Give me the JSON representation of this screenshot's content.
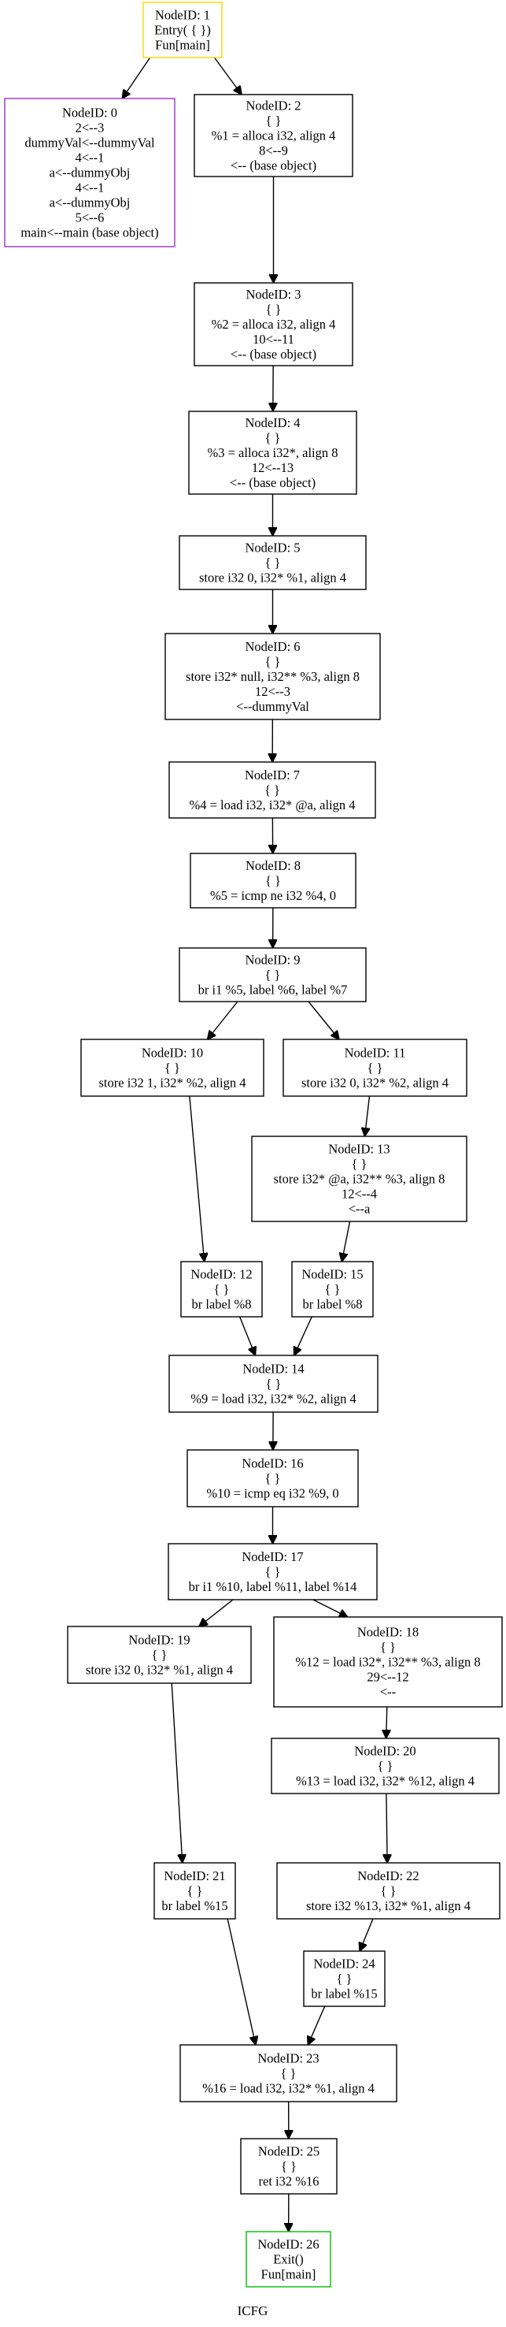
{
  "caption": "ICFG",
  "colors": {
    "entry": "#ffd700",
    "exit": "#00c000",
    "global": "#9b30c8",
    "default": "#000000"
  },
  "nodes": [
    {
      "id": "1",
      "kind": "entry",
      "lines": [
        "NodeID: 1",
        "Entry( { })",
        "Fun[main]"
      ]
    },
    {
      "id": "0",
      "kind": "global",
      "lines": [
        "NodeID: 0",
        "2<--3",
        "dummyVal<--dummyVal",
        "4<--1",
        "a<--dummyObj",
        "4<--1",
        "a<--dummyObj",
        "5<--6",
        "main<--main (base object)"
      ]
    },
    {
      "id": "2",
      "kind": "stmt",
      "lines": [
        "NodeID: 2",
        "{ }",
        "%1 = alloca i32, align 4",
        "8<--9",
        "<-- (base object)"
      ]
    },
    {
      "id": "3",
      "kind": "stmt",
      "lines": [
        "NodeID: 3",
        "{ }",
        "%2 = alloca i32, align 4",
        "10<--11",
        "<-- (base object)"
      ]
    },
    {
      "id": "4",
      "kind": "stmt",
      "lines": [
        "NodeID: 4",
        "{ }",
        "%3 = alloca i32*, align 8",
        "12<--13",
        "<-- (base object)"
      ]
    },
    {
      "id": "5",
      "kind": "stmt",
      "lines": [
        "NodeID: 5",
        "{ }",
        "store i32 0, i32* %1, align 4"
      ]
    },
    {
      "id": "6",
      "kind": "stmt",
      "lines": [
        "NodeID: 6",
        "{ }",
        "store i32* null, i32** %3, align 8",
        "12<--3",
        "<--dummyVal"
      ]
    },
    {
      "id": "7",
      "kind": "stmt",
      "lines": [
        "NodeID: 7",
        "{ }",
        "%4 = load i32, i32* @a, align 4"
      ]
    },
    {
      "id": "8",
      "kind": "stmt",
      "lines": [
        "NodeID: 8",
        "{ }",
        "%5 = icmp ne i32 %4, 0"
      ]
    },
    {
      "id": "9",
      "kind": "stmt",
      "lines": [
        "NodeID: 9",
        "{ }",
        "br i1 %5, label %6, label %7"
      ]
    },
    {
      "id": "10",
      "kind": "stmt",
      "lines": [
        "NodeID: 10",
        "{ }",
        "store i32 1, i32* %2, align 4"
      ]
    },
    {
      "id": "11",
      "kind": "stmt",
      "lines": [
        "NodeID: 11",
        "{ }",
        "store i32 0, i32* %2, align 4"
      ]
    },
    {
      "id": "13",
      "kind": "stmt",
      "lines": [
        "NodeID: 13",
        "{ }",
        "store i32* @a, i32** %3, align 8",
        "12<--4",
        "<--a"
      ]
    },
    {
      "id": "12",
      "kind": "stmt",
      "lines": [
        "NodeID: 12",
        "{ }",
        "br label %8"
      ]
    },
    {
      "id": "15",
      "kind": "stmt",
      "lines": [
        "NodeID: 15",
        "{ }",
        "br label %8"
      ]
    },
    {
      "id": "14",
      "kind": "stmt",
      "lines": [
        "NodeID: 14",
        "{ }",
        "%9 = load i32, i32* %2, align 4"
      ]
    },
    {
      "id": "16",
      "kind": "stmt",
      "lines": [
        "NodeID: 16",
        "{ }",
        "%10 = icmp eq i32 %9, 0"
      ]
    },
    {
      "id": "17",
      "kind": "stmt",
      "lines": [
        "NodeID: 17",
        "{ }",
        "br i1 %10, label %11, label %14"
      ]
    },
    {
      "id": "19",
      "kind": "stmt",
      "lines": [
        "NodeID: 19",
        "{ }",
        "store i32 0, i32* %1, align 4"
      ]
    },
    {
      "id": "18",
      "kind": "stmt",
      "lines": [
        "NodeID: 18",
        "{ }",
        "%12 = load i32*, i32** %3, align 8",
        "29<--12",
        "<--"
      ]
    },
    {
      "id": "20",
      "kind": "stmt",
      "lines": [
        "NodeID: 20",
        "{ }",
        "%13 = load i32, i32* %12, align 4"
      ]
    },
    {
      "id": "21",
      "kind": "stmt",
      "lines": [
        "NodeID: 21",
        "{ }",
        "br label %15"
      ]
    },
    {
      "id": "22",
      "kind": "stmt",
      "lines": [
        "NodeID: 22",
        "{ }",
        "store i32 %13, i32* %1, align 4"
      ]
    },
    {
      "id": "24",
      "kind": "stmt",
      "lines": [
        "NodeID: 24",
        "{ }",
        "br label %15"
      ]
    },
    {
      "id": "23",
      "kind": "stmt",
      "lines": [
        "NodeID: 23",
        "{ }",
        "%16 = load i32, i32* %1, align 4"
      ]
    },
    {
      "id": "25",
      "kind": "stmt",
      "lines": [
        "NodeID: 25",
        "{ }",
        "ret i32 %16"
      ]
    },
    {
      "id": "26",
      "kind": "exit",
      "lines": [
        "NodeID: 26",
        "Exit()",
        "Fun[main]"
      ]
    }
  ],
  "edges": [
    {
      "from": "1",
      "to": "0"
    },
    {
      "from": "1",
      "to": "2"
    },
    {
      "from": "2",
      "to": "3"
    },
    {
      "from": "3",
      "to": "4"
    },
    {
      "from": "4",
      "to": "5"
    },
    {
      "from": "5",
      "to": "6"
    },
    {
      "from": "6",
      "to": "7"
    },
    {
      "from": "7",
      "to": "8"
    },
    {
      "from": "8",
      "to": "9"
    },
    {
      "from": "9",
      "to": "10"
    },
    {
      "from": "9",
      "to": "11"
    },
    {
      "from": "10",
      "to": "12"
    },
    {
      "from": "11",
      "to": "13"
    },
    {
      "from": "13",
      "to": "15"
    },
    {
      "from": "12",
      "to": "14"
    },
    {
      "from": "15",
      "to": "14"
    },
    {
      "from": "14",
      "to": "16"
    },
    {
      "from": "16",
      "to": "17"
    },
    {
      "from": "17",
      "to": "19"
    },
    {
      "from": "17",
      "to": "18"
    },
    {
      "from": "18",
      "to": "20"
    },
    {
      "from": "19",
      "to": "21"
    },
    {
      "from": "20",
      "to": "22"
    },
    {
      "from": "22",
      "to": "24"
    },
    {
      "from": "21",
      "to": "23"
    },
    {
      "from": "24",
      "to": "23"
    },
    {
      "from": "23",
      "to": "25"
    },
    {
      "from": "25",
      "to": "26"
    }
  ]
}
